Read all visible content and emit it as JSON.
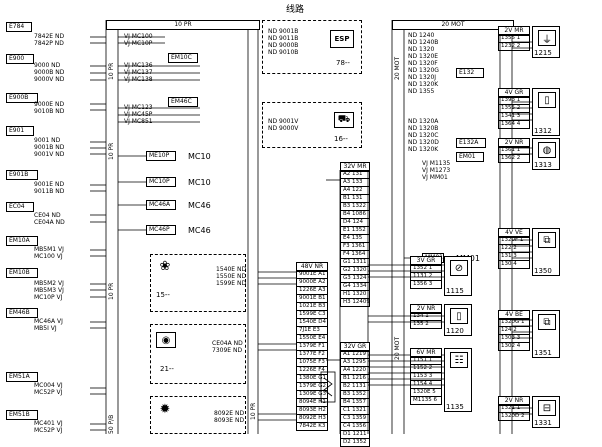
{
  "sheet_title": "线路",
  "left_connectors": [
    {
      "id": "E784",
      "wires": [
        "7842E ND",
        "7842P ND"
      ]
    },
    {
      "id": "E900",
      "wires": [
        "9000 ND",
        "9000B ND",
        "9000V ND"
      ]
    },
    {
      "id": "E900B",
      "wires": [
        "9000E ND",
        "9010B ND"
      ]
    },
    {
      "id": "E901",
      "wires": [
        "9001 ND",
        "9001B ND",
        "9001V ND"
      ]
    },
    {
      "id": "E901B",
      "wires": [
        "9001E ND",
        "9011B ND"
      ]
    },
    {
      "id": "EC04",
      "wires": [
        "CE04 ND",
        "CE04A ND"
      ]
    },
    {
      "id": "EM10A",
      "wires": [
        "MB5M1 VJ",
        "MC100 VJ"
      ]
    },
    {
      "id": "EM10B",
      "wires": [
        "MB5M2 VJ",
        "MB5M3 VJ",
        "MC10P VJ"
      ]
    },
    {
      "id": "EM46B",
      "wires": [
        "MC46A VJ",
        "MB5I VJ"
      ]
    },
    {
      "id": "EM51A",
      "wires": [
        "MC004 VJ",
        "MC52P VJ"
      ]
    },
    {
      "id": "EM51B",
      "wires": [
        "MC401 VJ",
        "MC52P VJ"
      ]
    }
  ],
  "harness_10pr": {
    "title": "10 PR",
    "wires_top": [
      "VJ MC100",
      "VJ MC10P"
    ],
    "mid_wires": [
      "VJ MC136",
      "VJ MC137",
      "VJ MC138"
    ],
    "mid_wires2": [
      "VJ MC123",
      "VJ MC45P",
      "VJ MC851"
    ]
  },
  "modules_left": [
    {
      "id": "EM10C"
    },
    {
      "id": "EM46C"
    }
  ],
  "plug_labels": [
    {
      "plug": "ME10P",
      "code": "MC10"
    },
    {
      "plug": "MC10P",
      "code": "MC10"
    },
    {
      "plug": "MC46A",
      "code": "MC46"
    },
    {
      "plug": "MC46P",
      "code": "MC46"
    }
  ],
  "esp_block": {
    "label": "ESP",
    "wires": [
      "ND 9001B",
      "ND 9011B",
      "ND 9000B",
      "ND 9010B"
    ],
    "ref": "78--"
  },
  "mid_block": {
    "wires": [
      "ND 9001V",
      "ND 9000V"
    ],
    "ref": "16--"
  },
  "fan_block": {
    "wires": [
      "1540E ND",
      "1550E ND",
      "1599E ND"
    ],
    "ref": "15--"
  },
  "lamp_block": {
    "wires": [
      "CE04A ND",
      "7309E ND"
    ],
    "ref": "21--"
  },
  "cog_block": {
    "wires": [
      "8092E ND",
      "8093E ND"
    ]
  },
  "conn_48v_nr": {
    "title": "48V NR",
    "pins": [
      "9001E A1",
      "9000E A2",
      "1226E A3",
      "9001E B1",
      "1021E B3",
      "1599E C3",
      "1540E D4",
      "7J1E E3",
      "1550E E4",
      "1379E F1",
      "1377E F2",
      "1075E F3",
      "1226E F4",
      "1380E G1",
      "1379E G2",
      "1309E G3",
      "8094E H1",
      "8093E H2",
      "8092E H3",
      "7842E K3"
    ]
  },
  "conn_32v_mr": {
    "title": "32V MR",
    "pins": [
      "A2 131",
      "A3 133",
      "A4 122",
      "B1 131",
      "B3 1322",
      "B4 1086",
      "D4 124",
      "E1 1352",
      "E4 135",
      "F3 1361",
      "F4 1364",
      "G1 1311",
      "G2 1320",
      "G3 1324",
      "G4 1334",
      "H1 1320",
      "H3 12409"
    ]
  },
  "conn_32v_gr": {
    "title": "32V GR",
    "pins": [
      "A1 1219",
      "A3 1295",
      "A4 1220",
      "B1 1216",
      "B2 1131",
      "B3 1352",
      "B4 1357",
      "C1 1321",
      "C3 1359",
      "C4 1356",
      "D1 1211",
      "D2 1352"
    ]
  },
  "harness_20mot": {
    "title": "20 MOT",
    "wires_a": [
      "ND 1240",
      "ND 1240B",
      "ND 1320",
      "ND 1320E",
      "ND 1320F",
      "ND 1320G",
      "ND 1320J",
      "ND 1320K",
      "ND 1355"
    ],
    "wires_b": [
      "ND 1320A",
      "ND 1320B",
      "ND 1320C",
      "ND 1320D",
      "ND 1320K"
    ],
    "wires_c": [
      "VJ M1135",
      "VJ M1273",
      "VJ MM01"
    ]
  },
  "modules_right": [
    {
      "id": "E132"
    },
    {
      "id": "E132A"
    },
    {
      "id": "EM01"
    },
    {
      "id": "MM01"
    }
  ],
  "right_components": [
    {
      "conn": "2V MR",
      "pins": [
        "1355 1",
        "1232 2"
      ],
      "ref": "1215"
    },
    {
      "conn": "4V GR",
      "pins": [
        "1393 1",
        "1355 2",
        "1341 3",
        "1364 4"
      ],
      "ref": "1312"
    },
    {
      "conn": "2V NR",
      "pins": [
        "1361 1",
        "1362 2"
      ],
      "ref": "1313"
    },
    {
      "conn": "4V VE",
      "pins": [
        "1320F 1",
        "122 2",
        "131 3",
        "130 4"
      ],
      "ref": "1350"
    },
    {
      "conn": "4V BE",
      "pins": [
        "1320G 1",
        "124 2",
        "1303 3",
        "1302 4"
      ],
      "ref": "1351"
    },
    {
      "conn": "2V NR",
      "pins": [
        "1321 1",
        "1320D 2"
      ],
      "ref": "1331"
    }
  ],
  "center_components": [
    {
      "conn": "3V GR",
      "pins": [
        "1352 1",
        "1131 2",
        "1356 3"
      ],
      "ref": "1115"
    },
    {
      "conn": "2V NR",
      "pins": [
        "134 1",
        "135 2"
      ],
      "ref": "1120"
    },
    {
      "conn": "6V MR",
      "pins": [
        "1151 1",
        "1152 2",
        "1153 3",
        "1154 4",
        "1320E 5",
        "M1135 6"
      ],
      "ref": "1135"
    }
  ],
  "vertical_labels": [
    "10 PR",
    "10 PR",
    "10 PR",
    "50 P/B",
    "20 MOT",
    "20 MOT",
    "10 PR"
  ]
}
